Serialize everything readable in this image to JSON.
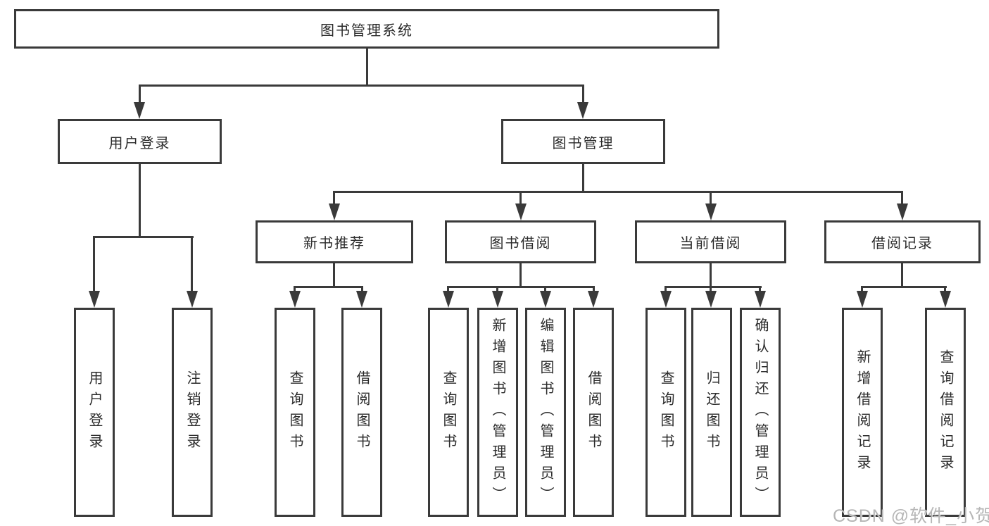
{
  "tree": {
    "label": "图书管理系统",
    "children": [
      {
        "label": "用户登录",
        "children": [
          {
            "label": "用户登录"
          },
          {
            "label": "注销登录"
          }
        ]
      },
      {
        "label": "图书管理",
        "children": [
          {
            "label": "新书推荐",
            "children": [
              {
                "label": "查询图书"
              },
              {
                "label": "借阅图书"
              }
            ]
          },
          {
            "label": "图书借阅",
            "children": [
              {
                "label": "查询图书"
              },
              {
                "label": "新增图书（管理员）"
              },
              {
                "label": "编辑图书（管理员）"
              },
              {
                "label": "借阅图书"
              }
            ]
          },
          {
            "label": "当前借阅",
            "children": [
              {
                "label": "查询图书"
              },
              {
                "label": "归还图书"
              },
              {
                "label": "确认归还（管理员）"
              }
            ]
          },
          {
            "label": "借阅记录",
            "children": [
              {
                "label": "新增借阅记录"
              },
              {
                "label": "查询借阅记录"
              }
            ]
          }
        ]
      }
    ]
  },
  "watermark": {
    "text": "CSDN @软件_小贺同学"
  },
  "colors": {
    "line": "#3a3a3a",
    "text": "#2b2b2b",
    "watermark": "#b6b6b6",
    "bg": "#ffffff"
  }
}
